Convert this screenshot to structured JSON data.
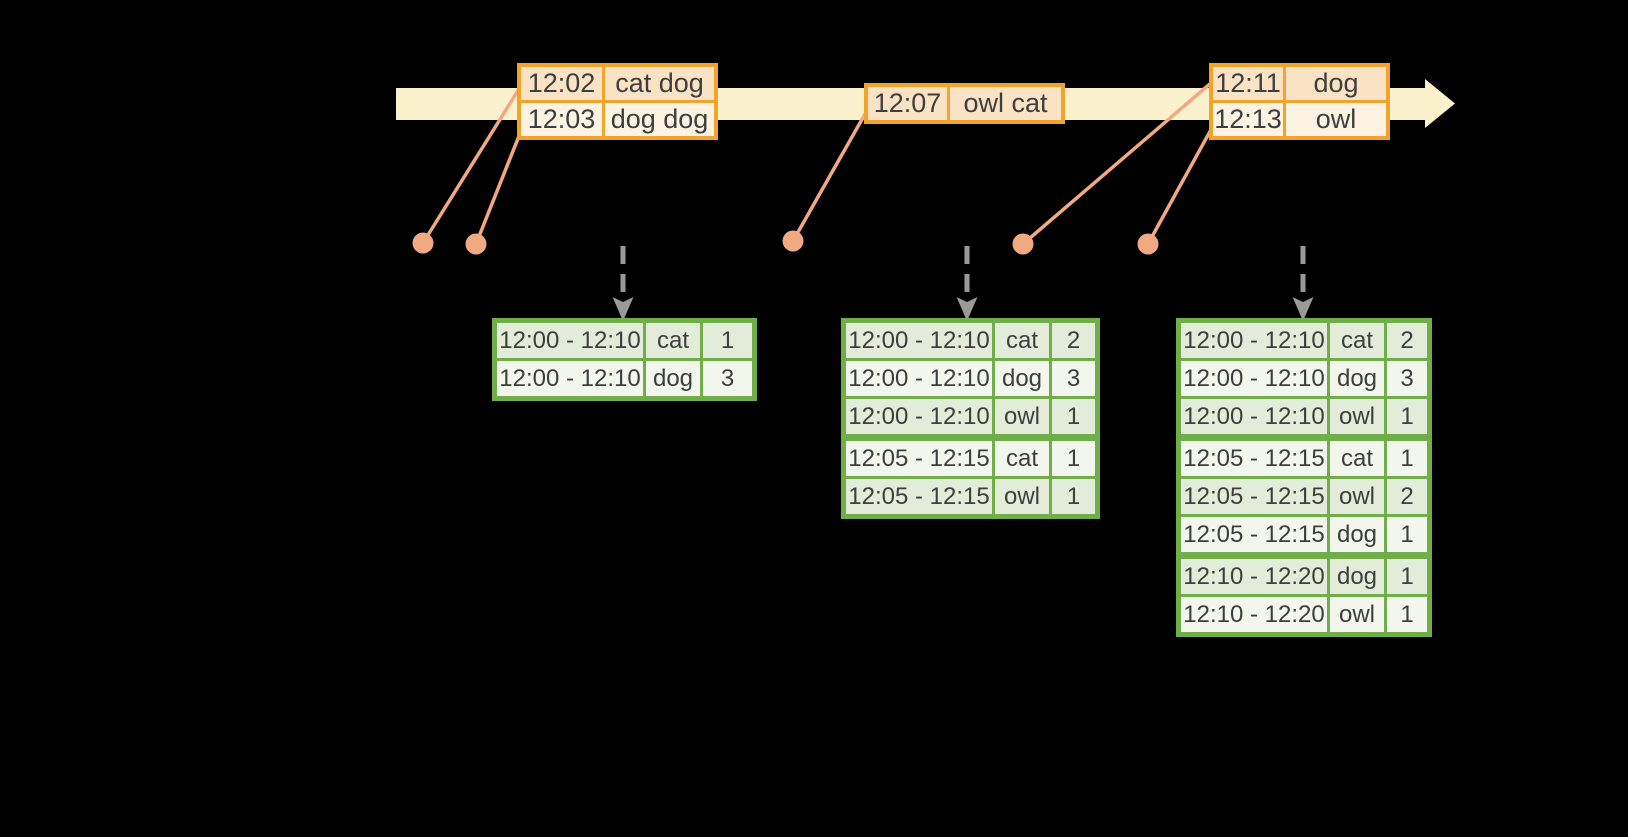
{
  "colors": {
    "background": "#000000",
    "band": "#fcf1cd",
    "orange_border": "#f0a42c",
    "peach_dark": "#fae3c4",
    "peach_light": "#fdf3e3",
    "salmon": "#f0a981",
    "gray": "#9a9a9a",
    "green_border": "#6fae49",
    "green_dark": "#e3ecd8",
    "green_light": "#f2f6ed",
    "text": "#3e3e3e"
  },
  "event_tables": [
    {
      "name": "event-table-1",
      "rows": [
        {
          "time": "12:02",
          "words": "cat dog"
        },
        {
          "time": "12:03",
          "words": "dog dog"
        }
      ]
    },
    {
      "name": "event-table-2",
      "rows": [
        {
          "time": "12:07",
          "words": "owl cat"
        }
      ]
    },
    {
      "name": "event-table-3",
      "rows": [
        {
          "time": "12:11",
          "words": "dog"
        },
        {
          "time": "12:13",
          "words": "owl"
        }
      ]
    }
  ],
  "result_tables": [
    {
      "name": "result-table-1",
      "rows": [
        {
          "window": "12:00 - 12:10",
          "word": "cat",
          "count": "1"
        },
        {
          "window": "12:00 - 12:10",
          "word": "dog",
          "count": "3"
        }
      ]
    },
    {
      "name": "result-table-2",
      "rows": [
        {
          "window": "12:00 - 12:10",
          "word": "cat",
          "count": "2"
        },
        {
          "window": "12:00 - 12:10",
          "word": "dog",
          "count": "3"
        },
        {
          "window": "12:00 - 12:10",
          "word": "owl",
          "count": "1"
        },
        {
          "window": "12:05 - 12:15",
          "word": "cat",
          "count": "1"
        },
        {
          "window": "12:05 - 12:15",
          "word": "owl",
          "count": "1"
        }
      ]
    },
    {
      "name": "result-table-3",
      "rows": [
        {
          "window": "12:00 - 12:10",
          "word": "cat",
          "count": "2"
        },
        {
          "window": "12:00 - 12:10",
          "word": "dog",
          "count": "3"
        },
        {
          "window": "12:00 - 12:10",
          "word": "owl",
          "count": "1"
        },
        {
          "window": "12:05 - 12:15",
          "word": "cat",
          "count": "1"
        },
        {
          "window": "12:05 - 12:15",
          "word": "owl",
          "count": "2"
        },
        {
          "window": "12:05 - 12:15",
          "word": "dog",
          "count": "1"
        },
        {
          "window": "12:10 - 12:20",
          "word": "dog",
          "count": "1"
        },
        {
          "window": "12:10 - 12:20",
          "word": "owl",
          "count": "1"
        }
      ]
    }
  ],
  "icons": {
    "timeline_arrow": "timeline-arrow",
    "event_dot": "event-dot",
    "trigger_arrow": "trigger-arrow-icon"
  }
}
